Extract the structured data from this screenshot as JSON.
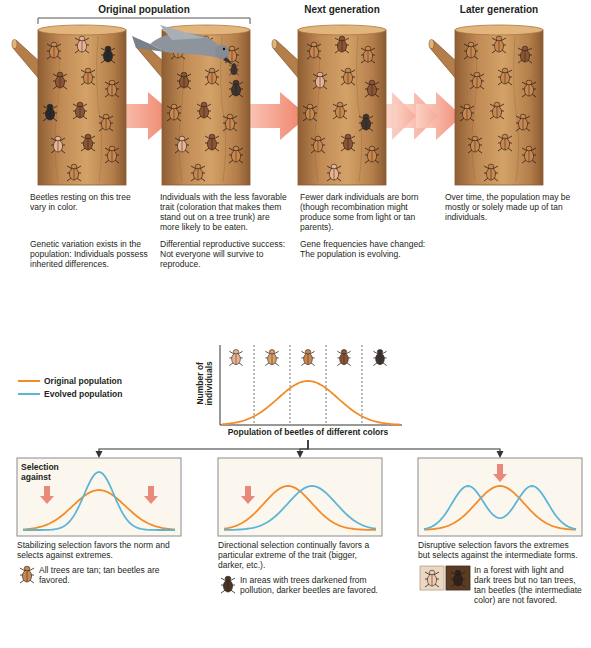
{
  "diagram": {
    "nodes": [
      {
        "text": [
          "Number of individuals",
          "Population of beetles of different colors"
        ]
      },
      {
        "text": [
          "Stabilizing selection favors the norm and selects against extremes.",
          "All trees are tan; tan beetles are favored."
        ]
      },
      {
        "text": [
          "Directional selection continually favors a particular extreme of the trait (bigger, darker, etc.).",
          "In areas with trees darkened from pollution, darker beetles are favored."
        ]
      },
      {
        "text": [
          "Disruptive selection favors the extremes but selects against the intermediate forms.",
          "In a forest with light and dark trees but no tan trees, tan beetles (the intermediate color) are not favored."
        ]
      }
    ],
    "edges": [
      {
        "from": 0,
        "to": 1,
        "arrow": "to"
      },
      {
        "from": 0,
        "to": 2,
        "arrow": "to"
      },
      {
        "from": 0,
        "to": 3,
        "arrow": "to"
      }
    ],
    "labels": [
      "Original population",
      "Next generation",
      "Later generation",
      "Beetles resting on this tree vary in color.",
      "Genetic variation exists in the population: Individuals possess inherited differences.",
      "Individuals with the less favorable trait (coloration that makes them stand out on a tree trunk) are more likely to be eaten.",
      "Differential reproductive success: Not everyone will survive to reproduce.",
      "Fewer dark individuals are born (though recombination might produce some from light or tan parents).",
      "Gene frequencies have changed: The population is evolving.",
      "Over time, the population may be mostly or solely made up of tan individuals.",
      "Selection against"
    ],
    "legend": [
      {
        "text": "Original population"
      },
      {
        "text": "Evolved population"
      }
    ]
  }
}
